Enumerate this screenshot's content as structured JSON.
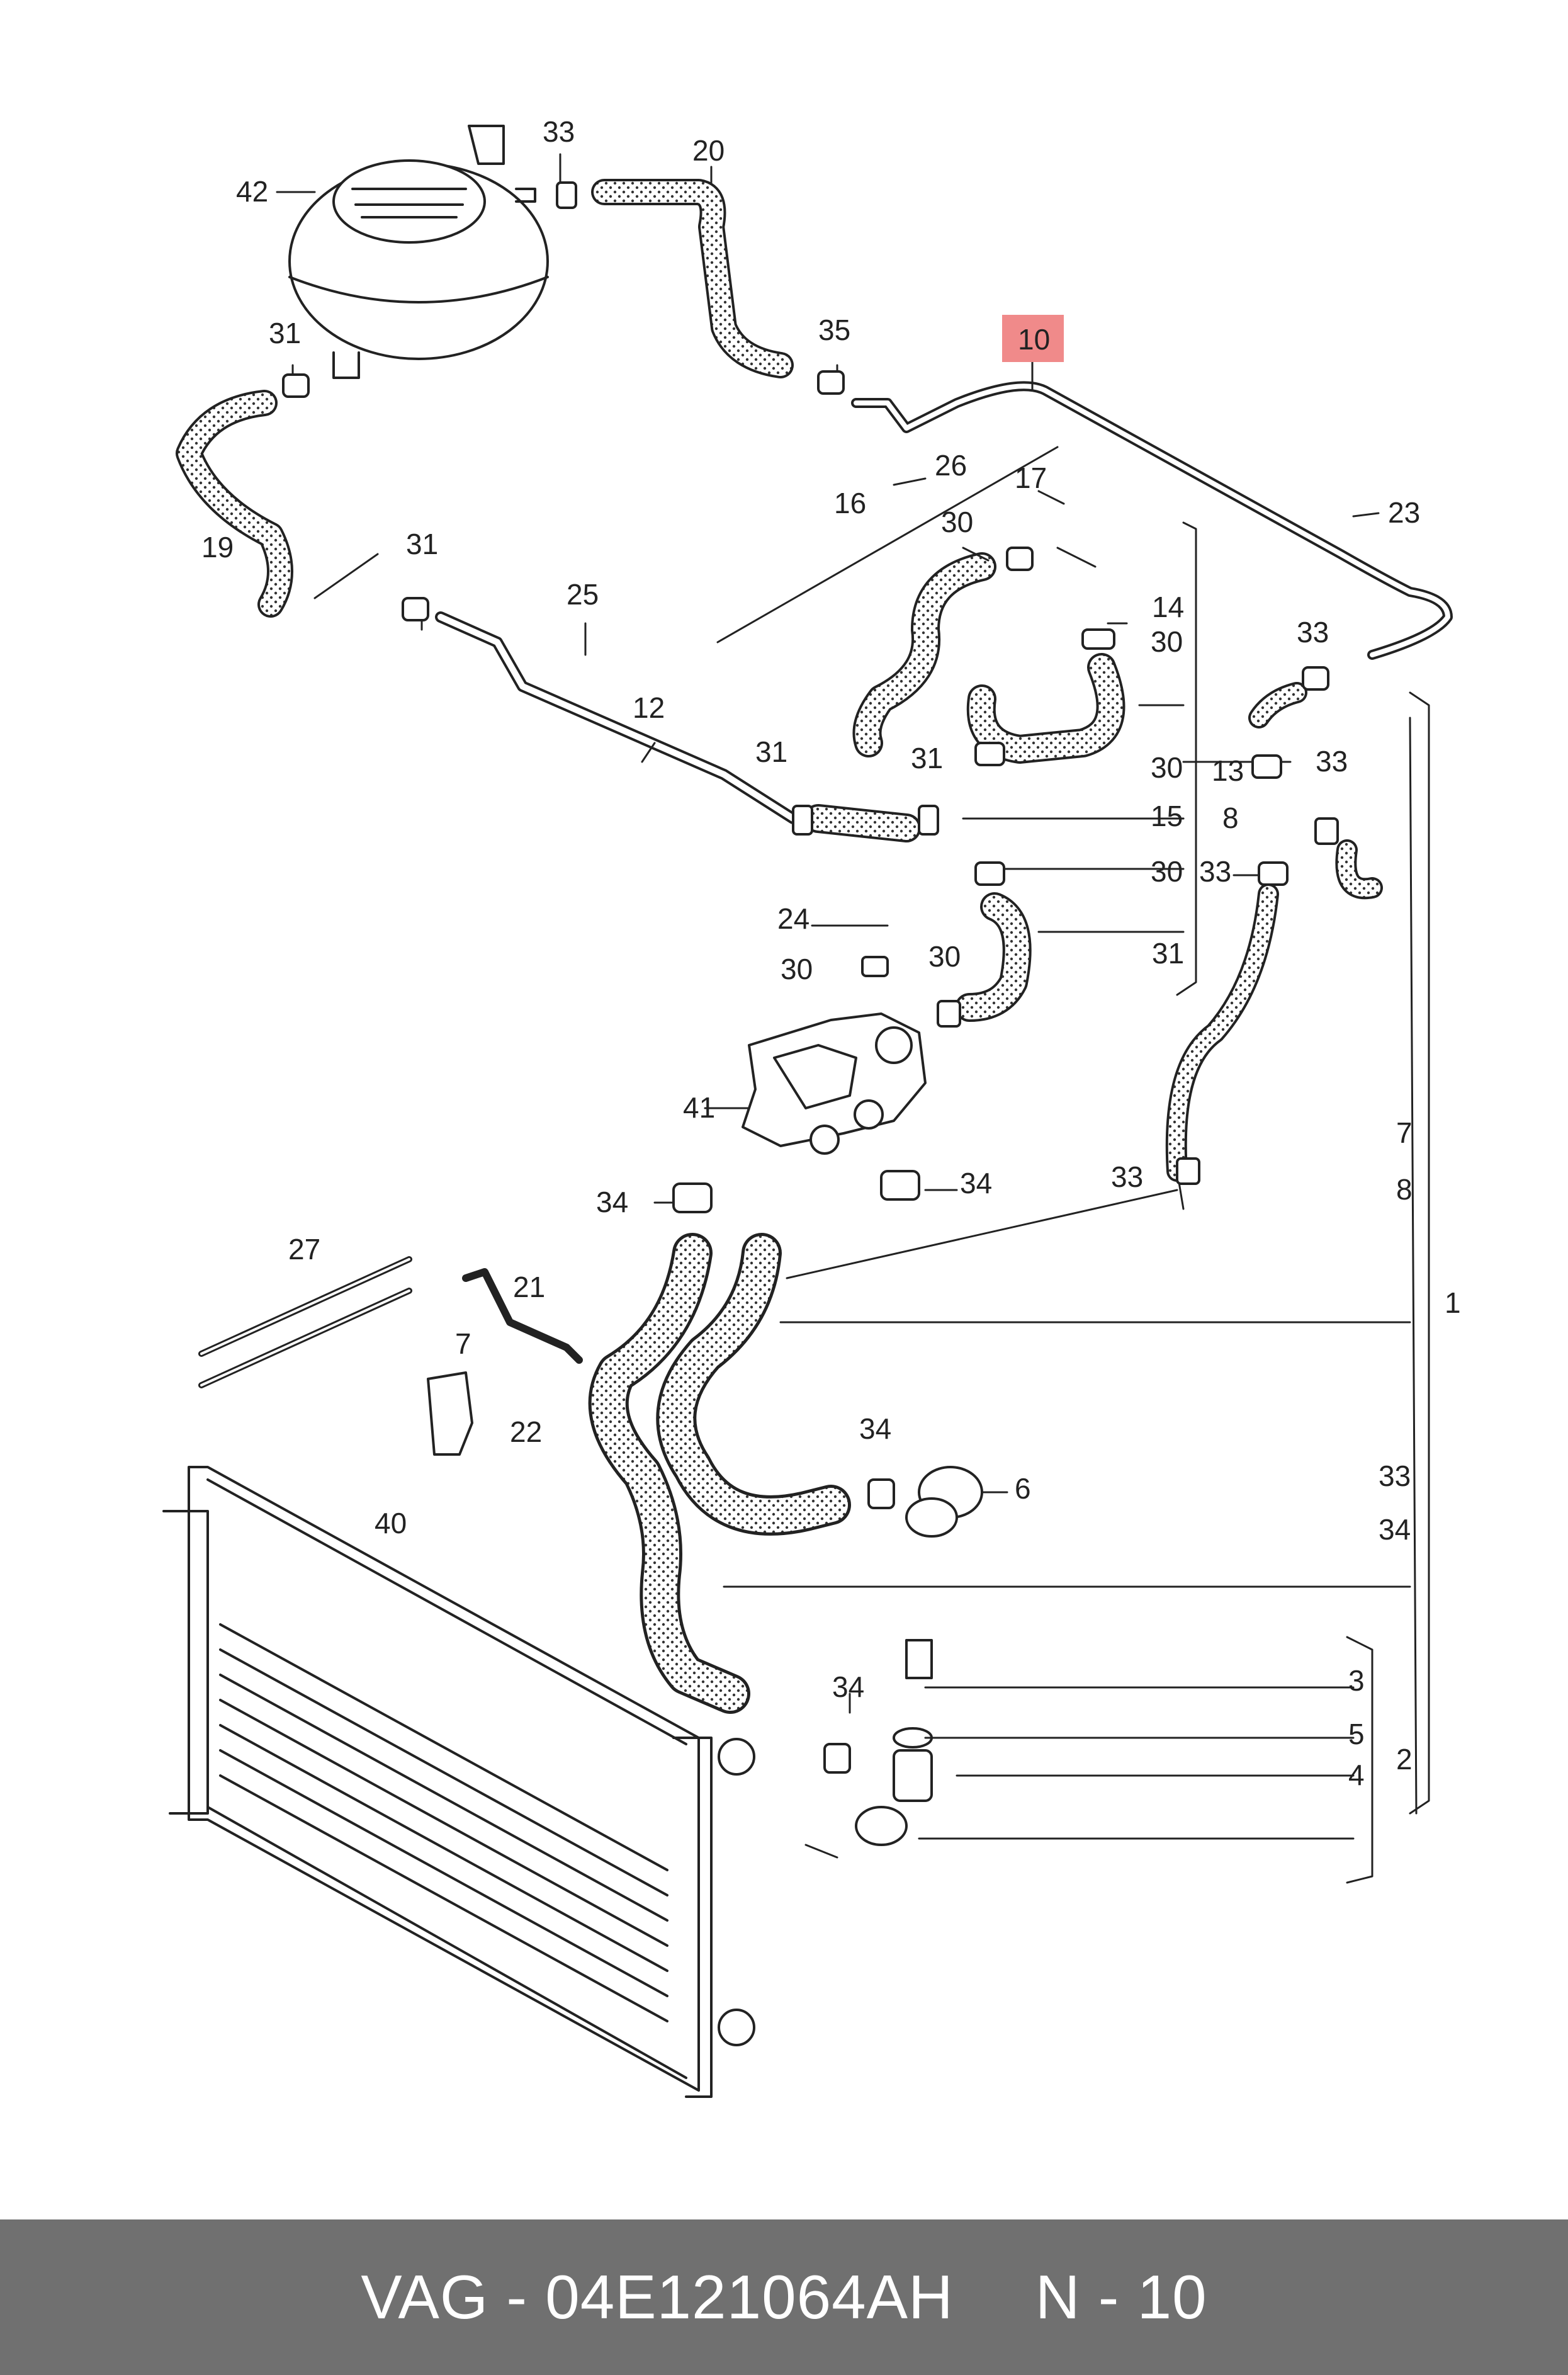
{
  "diagram": {
    "highlight_color": "#f08a8a",
    "callouts": {
      "c42": "42",
      "c33a": "33",
      "c20": "20",
      "c31a": "31",
      "c35": "35",
      "c10": "10",
      "c26": "26",
      "c17": "17",
      "c23": "23",
      "c16": "16",
      "c30a": "30",
      "c19": "19",
      "c31b": "31",
      "c25": "25",
      "c14": "14",
      "c30b": "30",
      "c33b": "33",
      "c12": "12",
      "c31c": "31",
      "c31d": "31",
      "c30c": "30",
      "c13": "13",
      "c33c": "33",
      "c8a": "8",
      "c15": "15",
      "c30d": "30",
      "c33d": "33",
      "c24": "24",
      "c30e": "30",
      "c30f": "30",
      "c31e": "31",
      "c41": "41",
      "c7a": "7",
      "c8b": "8",
      "c33e": "33",
      "c34a": "34",
      "c34b": "34",
      "c1": "1",
      "c27": "27",
      "c21": "21",
      "c7b": "7",
      "c22": "22",
      "c34c": "34",
      "c6": "6",
      "c33f": "33",
      "c40": "40",
      "c34d": "34",
      "c34e": "34",
      "c3": "3",
      "c5": "5",
      "c4": "4",
      "c2": "2"
    }
  },
  "footer": {
    "brand": "VAG -",
    "part_number": "04E121064AH",
    "ref": "N - 10"
  }
}
